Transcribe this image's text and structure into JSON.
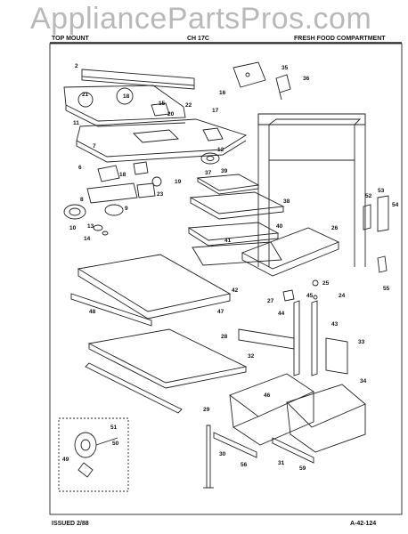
{
  "watermark": "AppliancePartsPros.com",
  "header": {
    "left": "TOP MOUNT",
    "middle": "CH 17C",
    "right": "FRESH FOOD COMPARTMENT"
  },
  "footer": {
    "issued": "ISSUED 2/88",
    "code": "A-42-124"
  },
  "callouts": [
    {
      "id": "c2",
      "label": "2"
    },
    {
      "id": "c35",
      "label": "35"
    },
    {
      "id": "c36",
      "label": "36"
    },
    {
      "id": "c21",
      "label": "21"
    },
    {
      "id": "c18",
      "label": "18"
    },
    {
      "id": "c15",
      "label": "15"
    },
    {
      "id": "c16",
      "label": "16"
    },
    {
      "id": "c22",
      "label": "22"
    },
    {
      "id": "c20",
      "label": "20"
    },
    {
      "id": "c17",
      "label": "17"
    },
    {
      "id": "c11",
      "label": "11"
    },
    {
      "id": "c7",
      "label": "7"
    },
    {
      "id": "c12",
      "label": "12"
    },
    {
      "id": "c39",
      "label": "39"
    },
    {
      "id": "c37",
      "label": "37"
    },
    {
      "id": "c6",
      "label": "6"
    },
    {
      "id": "c18b",
      "label": "18"
    },
    {
      "id": "c19",
      "label": "19"
    },
    {
      "id": "c23",
      "label": "23"
    },
    {
      "id": "c38",
      "label": "38"
    },
    {
      "id": "c8",
      "label": "8"
    },
    {
      "id": "c9",
      "label": "9"
    },
    {
      "id": "c10",
      "label": "10"
    },
    {
      "id": "c13",
      "label": "13"
    },
    {
      "id": "c14",
      "label": "14"
    },
    {
      "id": "c40",
      "label": "40"
    },
    {
      "id": "c41",
      "label": "41"
    },
    {
      "id": "c26",
      "label": "26"
    },
    {
      "id": "c52",
      "label": "52"
    },
    {
      "id": "c53",
      "label": "53"
    },
    {
      "id": "c54",
      "label": "54"
    },
    {
      "id": "c55",
      "label": "55"
    },
    {
      "id": "c42",
      "label": "42"
    },
    {
      "id": "c25",
      "label": "25"
    },
    {
      "id": "c24",
      "label": "24"
    },
    {
      "id": "c27",
      "label": "27"
    },
    {
      "id": "c48",
      "label": "48"
    },
    {
      "id": "c47",
      "label": "47"
    },
    {
      "id": "c44",
      "label": "44"
    },
    {
      "id": "c45",
      "label": "45"
    },
    {
      "id": "c43",
      "label": "43"
    },
    {
      "id": "c33",
      "label": "33"
    },
    {
      "id": "c32",
      "label": "32"
    },
    {
      "id": "c28",
      "label": "28"
    },
    {
      "id": "c34",
      "label": "34"
    },
    {
      "id": "c46",
      "label": "46"
    },
    {
      "id": "c29",
      "label": "29"
    },
    {
      "id": "c51",
      "label": "51"
    },
    {
      "id": "c50",
      "label": "50"
    },
    {
      "id": "c49",
      "label": "49"
    },
    {
      "id": "c30",
      "label": "30"
    },
    {
      "id": "c56",
      "label": "56"
    },
    {
      "id": "c31",
      "label": "31"
    },
    {
      "id": "c59",
      "label": "59"
    }
  ]
}
